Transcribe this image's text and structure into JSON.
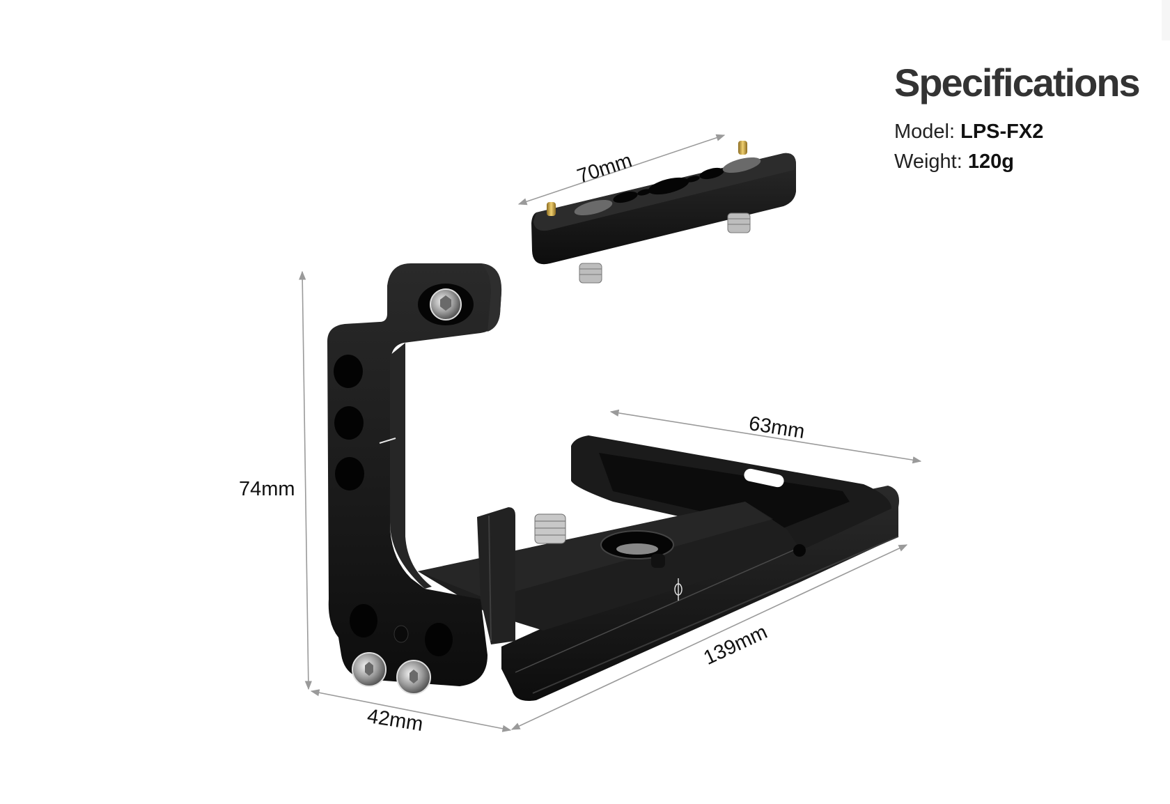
{
  "specifications": {
    "title": "Specifications",
    "rows": [
      {
        "key": "Model: ",
        "value": "LPS-FX2"
      },
      {
        "key": "Weight: ",
        "value": "120g"
      }
    ]
  },
  "dimensions": {
    "top_plate_length": "70mm",
    "base_depth": "63mm",
    "height": "74mm",
    "base_length": "139mm",
    "side_width": "42mm"
  },
  "colors": {
    "background": "#ffffff",
    "title_text": "#333333",
    "metal_black": "#141414",
    "dimension_line": "#9a9a9a",
    "screw_steel": "#c8c8c8",
    "brass_pin": "#c9a24a"
  }
}
